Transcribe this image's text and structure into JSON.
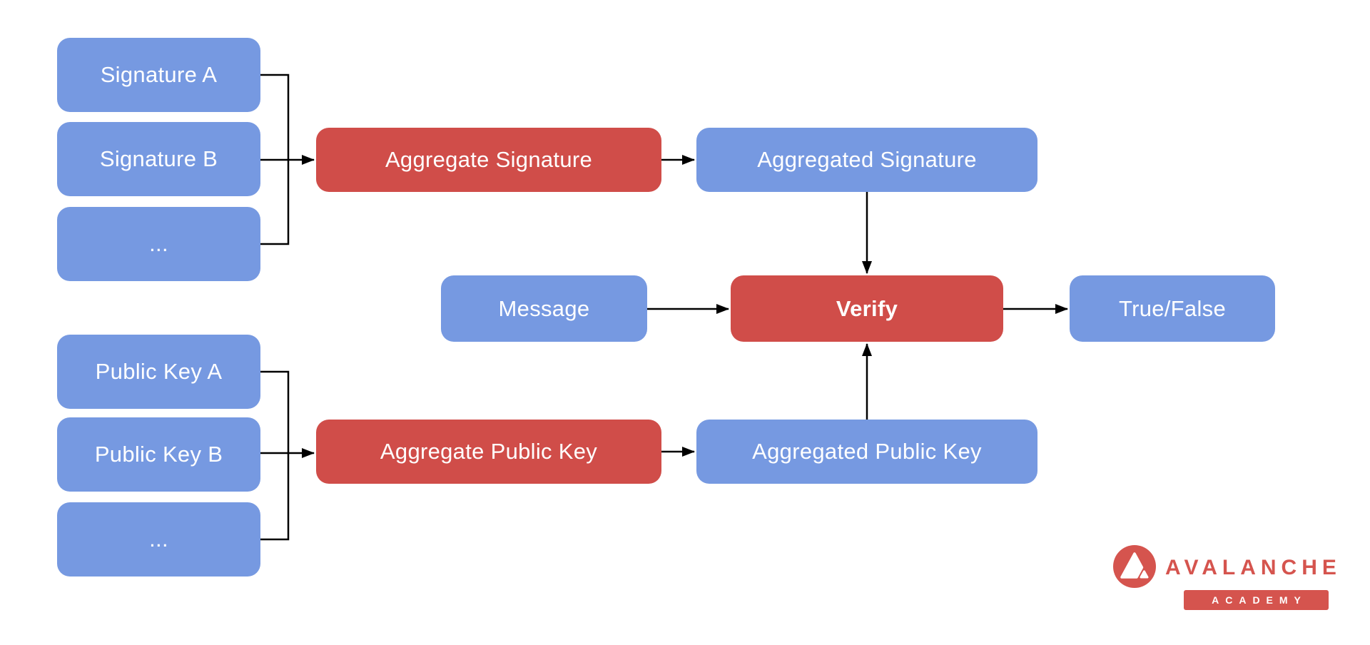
{
  "diagram": {
    "title_hint": "BLS signature aggregation and verification flow",
    "colors": {
      "node_blue": "#7699E1",
      "node_red": "#D04D49",
      "node_text": "#FFFFFF",
      "connector": "#000000",
      "background": "#FFFFFF"
    },
    "nodes": {
      "signature_a": {
        "label": "Signature A",
        "color": "blue"
      },
      "signature_b": {
        "label": "Signature B",
        "color": "blue"
      },
      "signature_more": {
        "label": "...",
        "color": "blue"
      },
      "aggregate_signature": {
        "label": "Aggregate Signature",
        "color": "red"
      },
      "aggregated_signature": {
        "label": "Aggregated Signature",
        "color": "blue"
      },
      "message": {
        "label": "Message",
        "color": "blue"
      },
      "verify": {
        "label": "Verify",
        "color": "red",
        "bold": true
      },
      "true_false": {
        "label": "True/False",
        "color": "blue"
      },
      "public_key_a": {
        "label": "Public Key A",
        "color": "blue"
      },
      "public_key_b": {
        "label": "Public Key B",
        "color": "blue"
      },
      "public_key_more": {
        "label": "...",
        "color": "blue"
      },
      "aggregate_public_key": {
        "label": "Aggregate Public Key",
        "color": "red"
      },
      "aggregated_public_key": {
        "label": "Aggregated Public Key",
        "color": "blue"
      }
    },
    "edges": [
      "signature_a -> aggregate_signature (bracket)",
      "signature_b -> aggregate_signature (arrow)",
      "signature_more -> aggregate_signature (bracket)",
      "aggregate_signature -> aggregated_signature",
      "aggregated_signature -> verify (down)",
      "message -> verify",
      "public_key_a -> aggregate_public_key (bracket)",
      "public_key_b -> aggregate_public_key (arrow)",
      "public_key_more -> aggregate_public_key (bracket)",
      "aggregate_public_key -> aggregated_public_key",
      "aggregated_public_key -> verify (up)",
      "verify -> true_false"
    ]
  },
  "logo": {
    "brand_name": "AVALANCHE",
    "program": "ACADEMY",
    "brand_red": "#D5544E"
  }
}
